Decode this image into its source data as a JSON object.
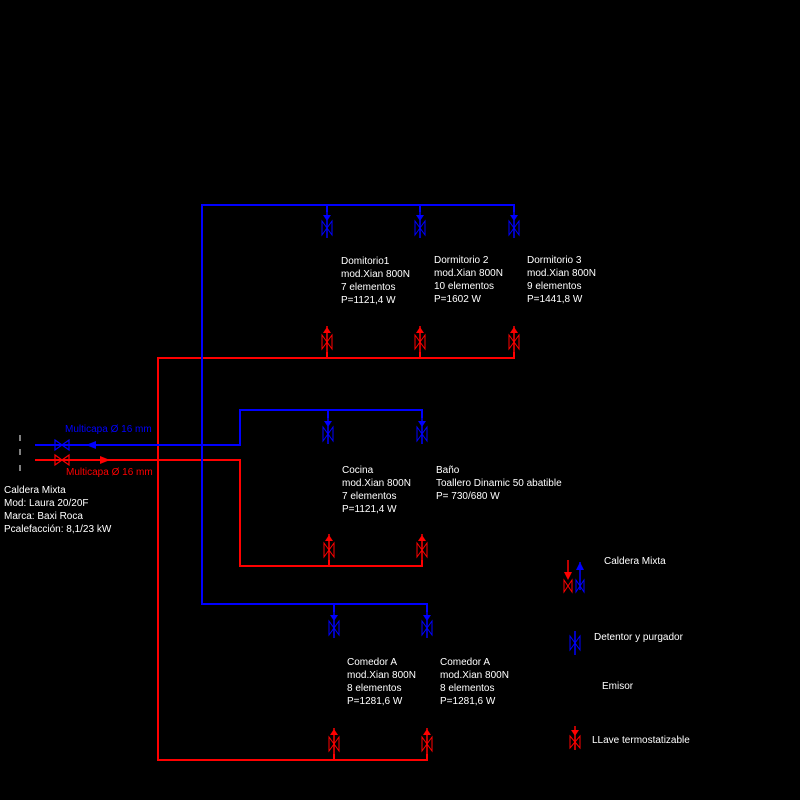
{
  "colors": {
    "background": "#000000",
    "supply": "#ff0000",
    "return": "#0000ff",
    "text": "#ffffff"
  },
  "pipes": {
    "return_label": "Multicapa Ø 16 mm",
    "supply_label": "Multicapa Ø 16 mm"
  },
  "boiler": {
    "line1": "Caldera Mixta",
    "line2": "Mod: Laura 20/20F",
    "line3": "Marca: Baxi Roca",
    "line4": "Pcalefacción: 8,1/23 kW"
  },
  "rooms": [
    {
      "name": "Domitorio1",
      "model": "mod.Xian 800N",
      "elements": "7 elementos",
      "power": "P=1121,4 W"
    },
    {
      "name": "Dormitorio 2",
      "model": "mod.Xian 800N",
      "elements": "10 elementos",
      "power": "P=1602 W"
    },
    {
      "name": "Dormitorio 3",
      "model": "mod.Xian 800N",
      "elements": "9 elementos",
      "power": "P=1441,8 W"
    },
    {
      "name": "Cocina",
      "model": "mod.Xian 800N",
      "elements": "7 elementos",
      "power": "P=1121,4 W"
    },
    {
      "name": "Baño",
      "model": "Toallero Dinamic 50 abatible",
      "elements": "P= 730/680 W",
      "power": ""
    },
    {
      "name": "Comedor A",
      "model": "mod.Xian 800N",
      "elements": "8 elementos",
      "power": "P=1281,6 W"
    },
    {
      "name": "Comedor A",
      "model": "mod.Xian 800N",
      "elements": "8 elementos",
      "power": "P=1281,6 W"
    }
  ],
  "legend": {
    "boiler": "Caldera Mixta",
    "detentor": "Detentor y purgador",
    "emitter": "Emisor",
    "valve": "LLave termostatizable"
  }
}
